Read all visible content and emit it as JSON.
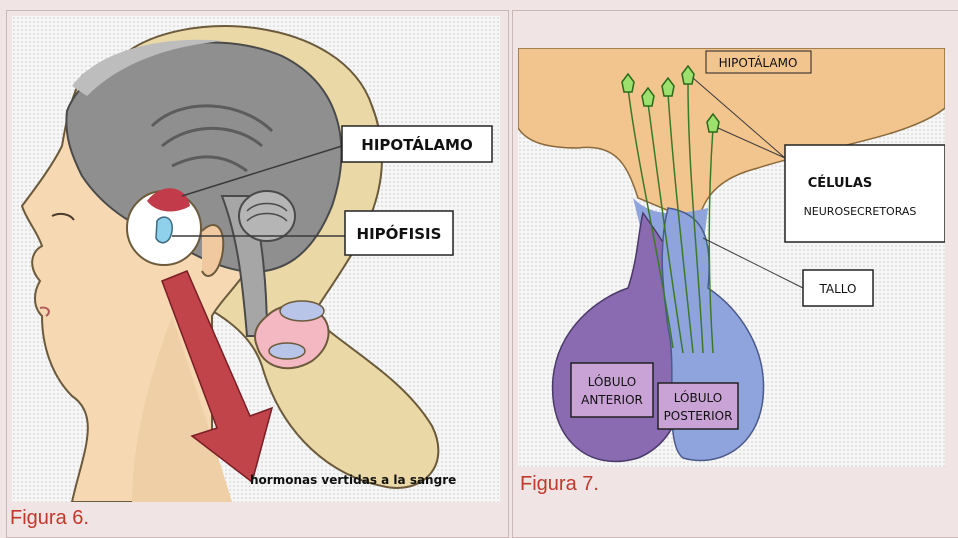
{
  "figure6": {
    "caption": "Figura 6.",
    "labels": {
      "hypothalamus": "HIPOTÁLAMO",
      "pituitary": "HIPÓFISIS",
      "arrow_text": "hormonas vertidas a la sangre"
    }
  },
  "figure7": {
    "caption": "Figura 7.",
    "labels": {
      "hypothalamus": "HIPOTÁLAMO",
      "cells_title": "CÉLULAS",
      "cells_subtitle": "NEUROSECRETORAS",
      "stalk": "TALLO",
      "anterior_line1": "LÓBULO",
      "anterior_line2": "ANTERIOR",
      "posterior_line1": "LÓBULO",
      "posterior_line2": "POSTERIOR"
    }
  },
  "colors": {
    "background": "#f1e4e4",
    "caption": "#c0392b",
    "skin": "#f6d9b3",
    "hair": "#ead8a6",
    "brain": "#8f8f8f",
    "arrow": "#c0444a",
    "hypothalamus_tissue": "#f2c48e",
    "posterior_lobe": "#8fa4dc",
    "anterior_lobe": "#8a6ab0",
    "lobe_label": "#c9a3d6",
    "neuron": "#9ee06d"
  }
}
